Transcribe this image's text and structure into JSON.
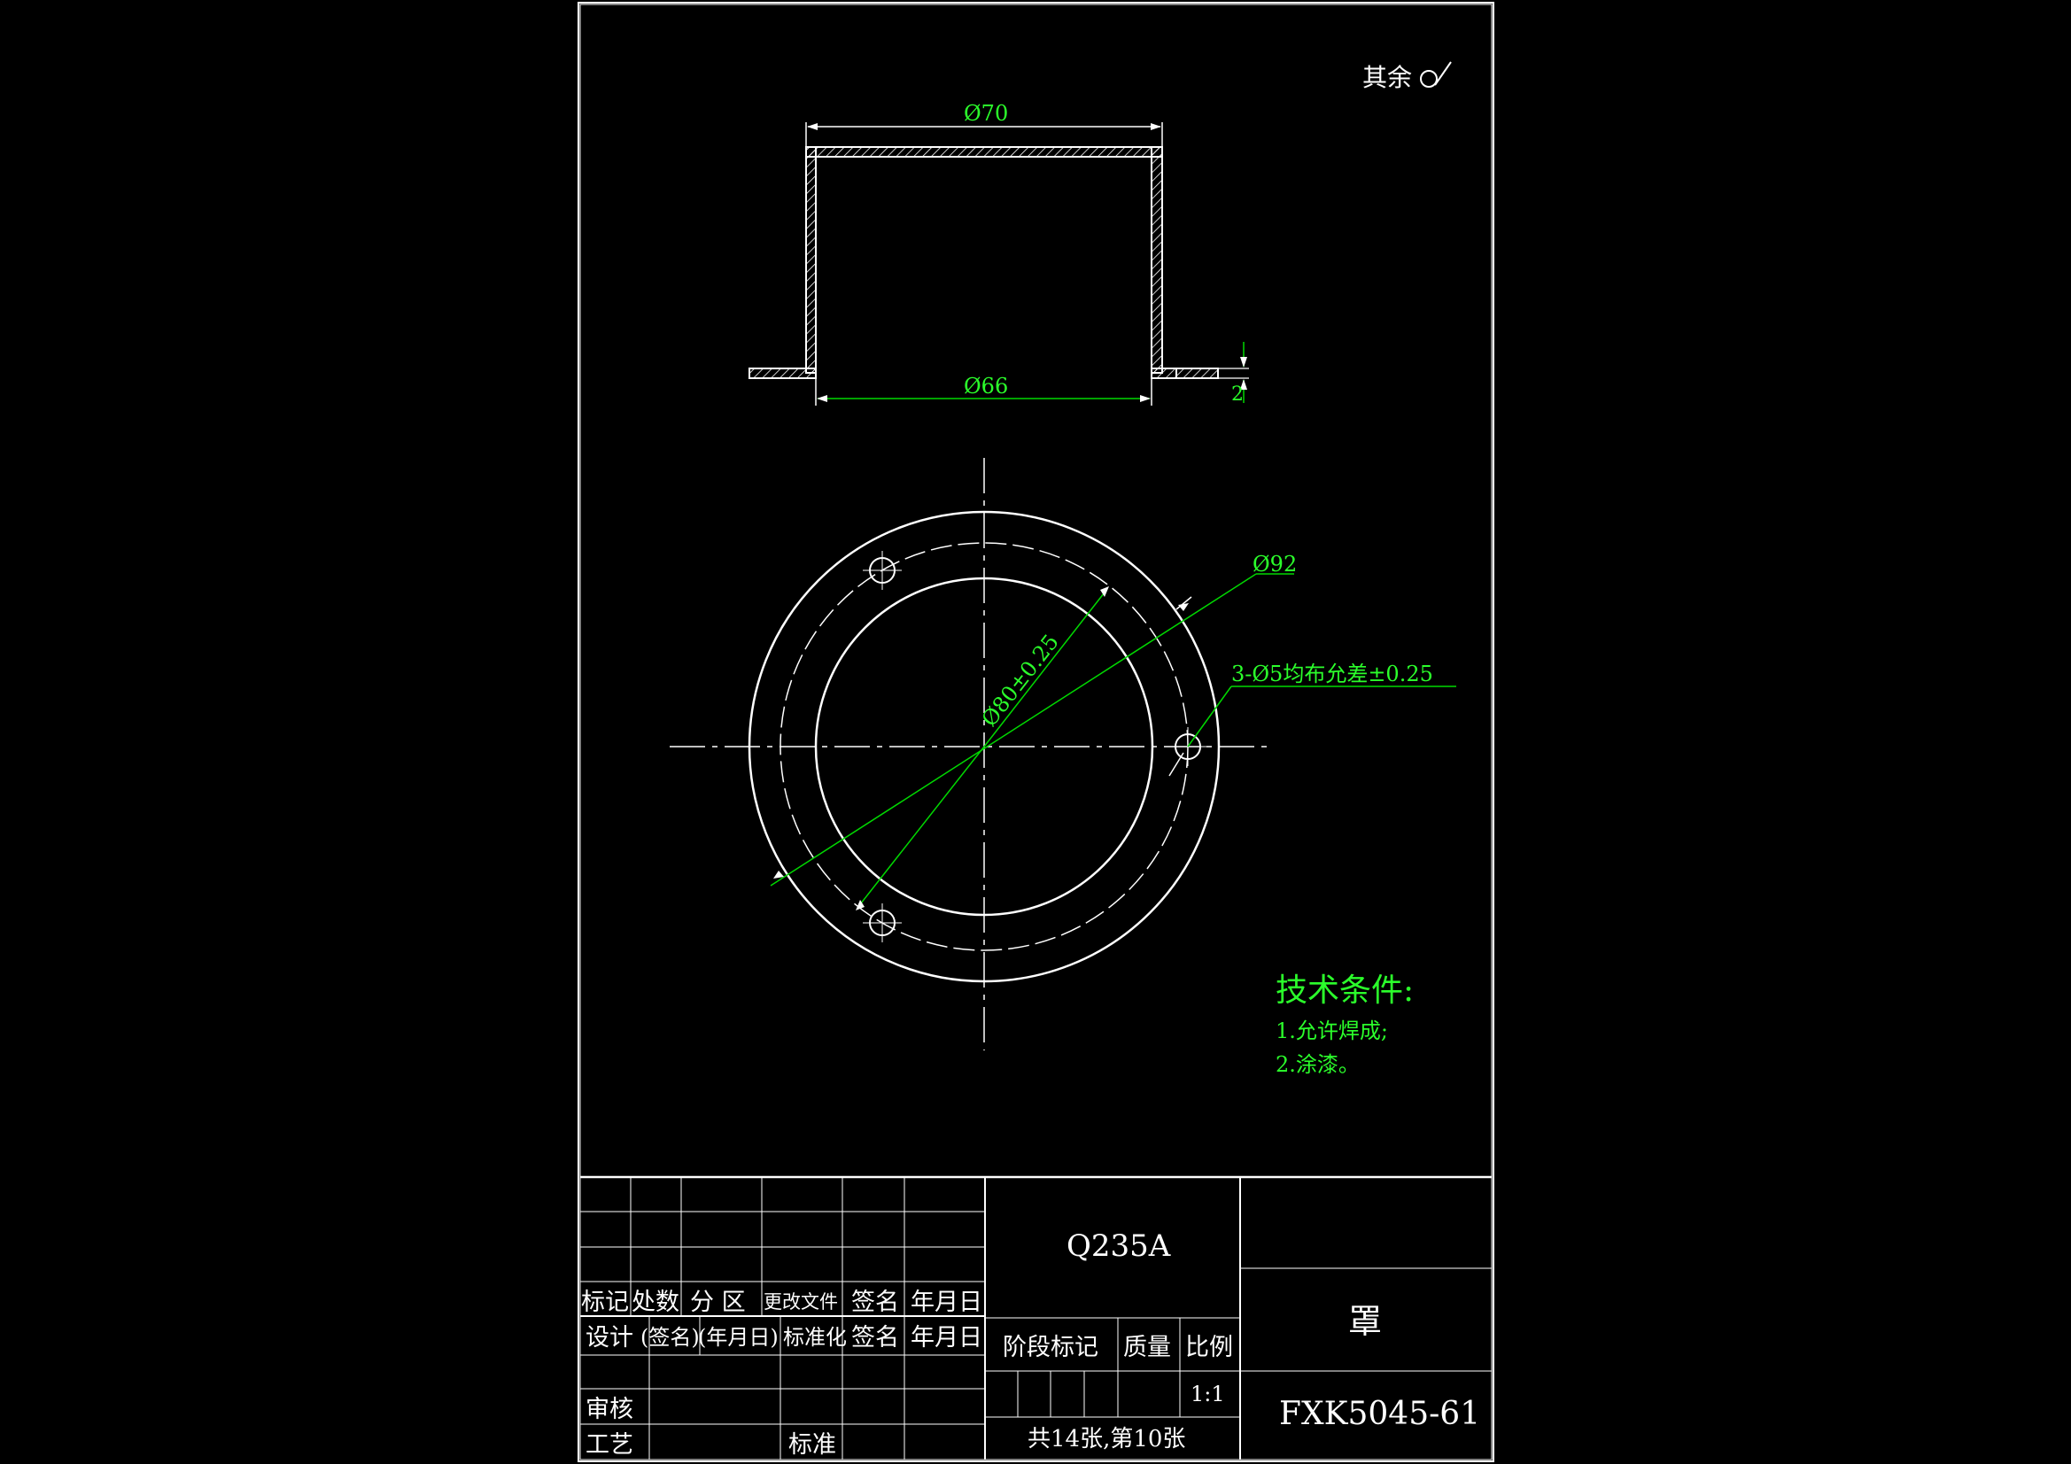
{
  "surface_note": "其余",
  "dimensions": {
    "top_outer_diameter": "Ø70",
    "bottom_inner_diameter": "Ø66",
    "flange_thickness": "2",
    "pcd_diameter": "Ø92",
    "inner_circle": "Ø80±0.25",
    "holes": "3-Ø5均布允差±0.25"
  },
  "tech_conditions": {
    "title": "技术条件:",
    "items": [
      "1.允许焊成;",
      "2.涂漆。"
    ]
  },
  "title_block": {
    "material": "Q235A",
    "part_name": "罩",
    "drawing_number": "FXK5045-61",
    "row_headers": [
      "标记",
      "处数",
      "分 区",
      "更改文件",
      "签名",
      "年月日"
    ],
    "row_design": [
      "设计",
      "(签名)",
      "(年月日)",
      "标准化",
      "签名",
      "年月日"
    ],
    "review": "审核",
    "process": "工艺",
    "standard": "标准",
    "stage_mark": "阶段标记",
    "mass": "质量",
    "scale_label": "比例",
    "scale_value": "1:1",
    "sheets": "共14张,第10张"
  },
  "colors": {
    "background": "#000000",
    "geometry": "#ffffff",
    "annotation": "#00d900"
  }
}
